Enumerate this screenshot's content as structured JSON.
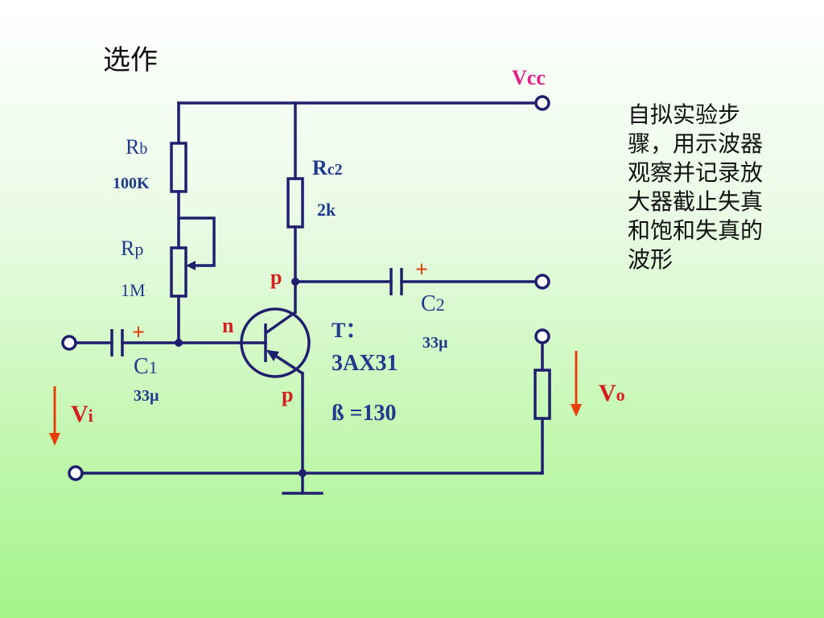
{
  "title": "选作",
  "vcc_label": "Vcc",
  "rb": {
    "name_main": "R",
    "name_sub": "b",
    "value": "100K"
  },
  "rc": {
    "name_main": "R",
    "name_sub": "c2",
    "value": "2k"
  },
  "rp": {
    "name_main": "R",
    "name_sub": "p",
    "value": "1M"
  },
  "c1": {
    "plus": "+",
    "name_main": "C",
    "name_sub": "1",
    "value": "33µ"
  },
  "c2": {
    "plus": "+",
    "name_main": "C",
    "name_sub": "2",
    "value": "33µ"
  },
  "transistor": {
    "n_label": "n",
    "p_top_label": "p",
    "p_bottom_label": "p",
    "type_line": "T：",
    "model_line": "3AX31",
    "beta_line": "ß =130"
  },
  "vi": {
    "main": "V",
    "sub": "i"
  },
  "vo": {
    "main": "V",
    "sub": "o"
  },
  "instruction": "自拟实验步骤，用示波器观察并记录放大器截止失真和饱和失真的波形",
  "colors": {
    "wire": "#1f1f6e",
    "arrow": "#e8400c",
    "label_blue": "#1f3a8c",
    "label_red": "#d21e1e",
    "vcc": "#e0218a"
  }
}
